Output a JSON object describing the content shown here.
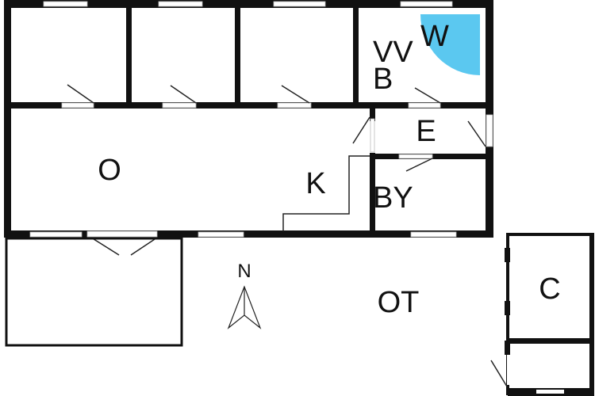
{
  "colors": {
    "wall": "#111111",
    "shower": "#5bc8f0",
    "window": "#ffffff"
  },
  "rooms": {
    "living": "O",
    "kitchen": "K",
    "bathroom": "B",
    "bath_vv": "VV",
    "bath_w": "W",
    "entrance": "E",
    "utility": "BY",
    "outdoor_terrace": "OT",
    "shed": "C"
  },
  "compass": {
    "label": "N",
    "icon": "north-arrow-icon"
  }
}
